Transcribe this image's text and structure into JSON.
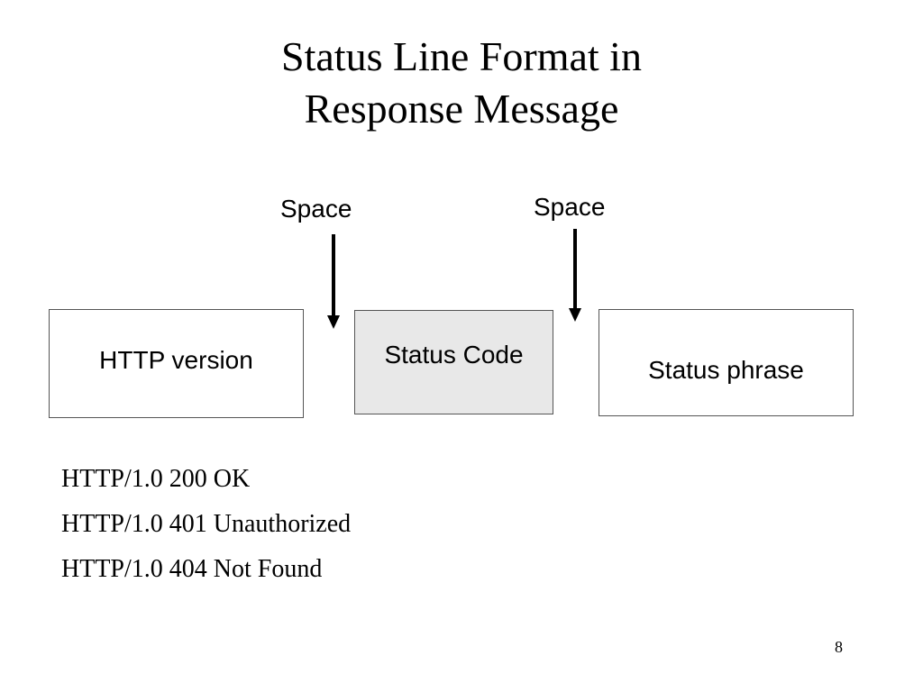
{
  "slide": {
    "title_line1": "Status Line Format in",
    "title_line2": "Response Message",
    "space_label_1": "Space",
    "space_label_2": "Space",
    "boxes": {
      "http_version": "HTTP version",
      "status_code": "Status Code",
      "status_phrase": "Status phrase"
    },
    "examples": [
      "HTTP/1.0 200 OK",
      "HTTP/1.0 401 Unauthorized",
      "HTTP/1.0 404 Not Found"
    ],
    "page_number": "8"
  },
  "colors": {
    "status_code_fill": "#e8e8e8",
    "box_border": "#555555",
    "arrow": "#000000"
  }
}
